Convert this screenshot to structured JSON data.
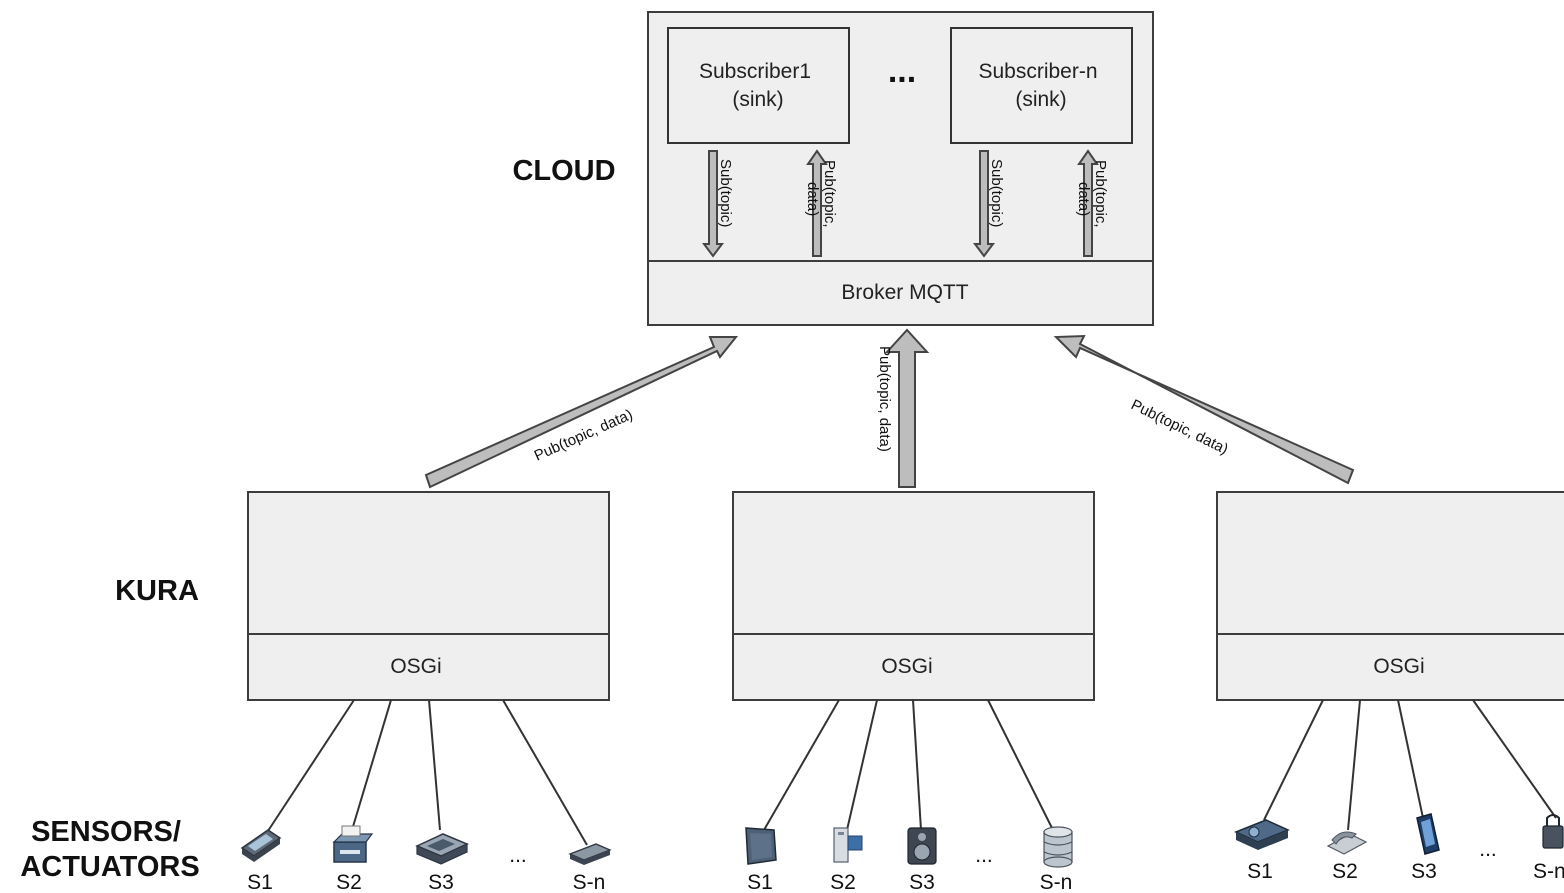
{
  "layers": {
    "cloud": "CLOUD",
    "kura": "KURA",
    "sensors_line1": "SENSORS/",
    "sensors_line2": "ACTUATORS"
  },
  "cloud": {
    "subscriber1": {
      "line1": "Subscriber1",
      "line2": "(sink)"
    },
    "ellipsis": "...",
    "subscriber_n": {
      "line1": "Subscriber-n",
      "line2": "(sink)"
    },
    "sub_label": "Sub(topic)",
    "pub_label_line1": "Pub(topic,",
    "pub_label_line2": "data)",
    "broker": "Broker MQTT"
  },
  "connections": {
    "left": "Pub(topic, data)",
    "middle": "Pub(topic, data)",
    "right": "Pub(topic, data)"
  },
  "gateways": [
    {
      "runtime": "OSGi",
      "sensors": [
        "S1",
        "S2",
        "S3",
        "S-n"
      ],
      "ellipsis": "...",
      "icons": [
        "pda-icon",
        "printer-icon",
        "scanner-icon",
        "router-icon"
      ]
    },
    {
      "runtime": "OSGi",
      "sensors": [
        "S1",
        "S2",
        "S3",
        "S-n"
      ],
      "ellipsis": "...",
      "icons": [
        "monitor-icon",
        "workstation-icon",
        "speaker-icon",
        "database-icon"
      ]
    },
    {
      "runtime": "OSGi",
      "sensors": [
        "S1",
        "S2",
        "S3",
        "S-n"
      ],
      "ellipsis": "...",
      "icons": [
        "projector-icon",
        "telephone-icon",
        "mobile-phone-icon",
        "lock-icon"
      ]
    }
  ]
}
